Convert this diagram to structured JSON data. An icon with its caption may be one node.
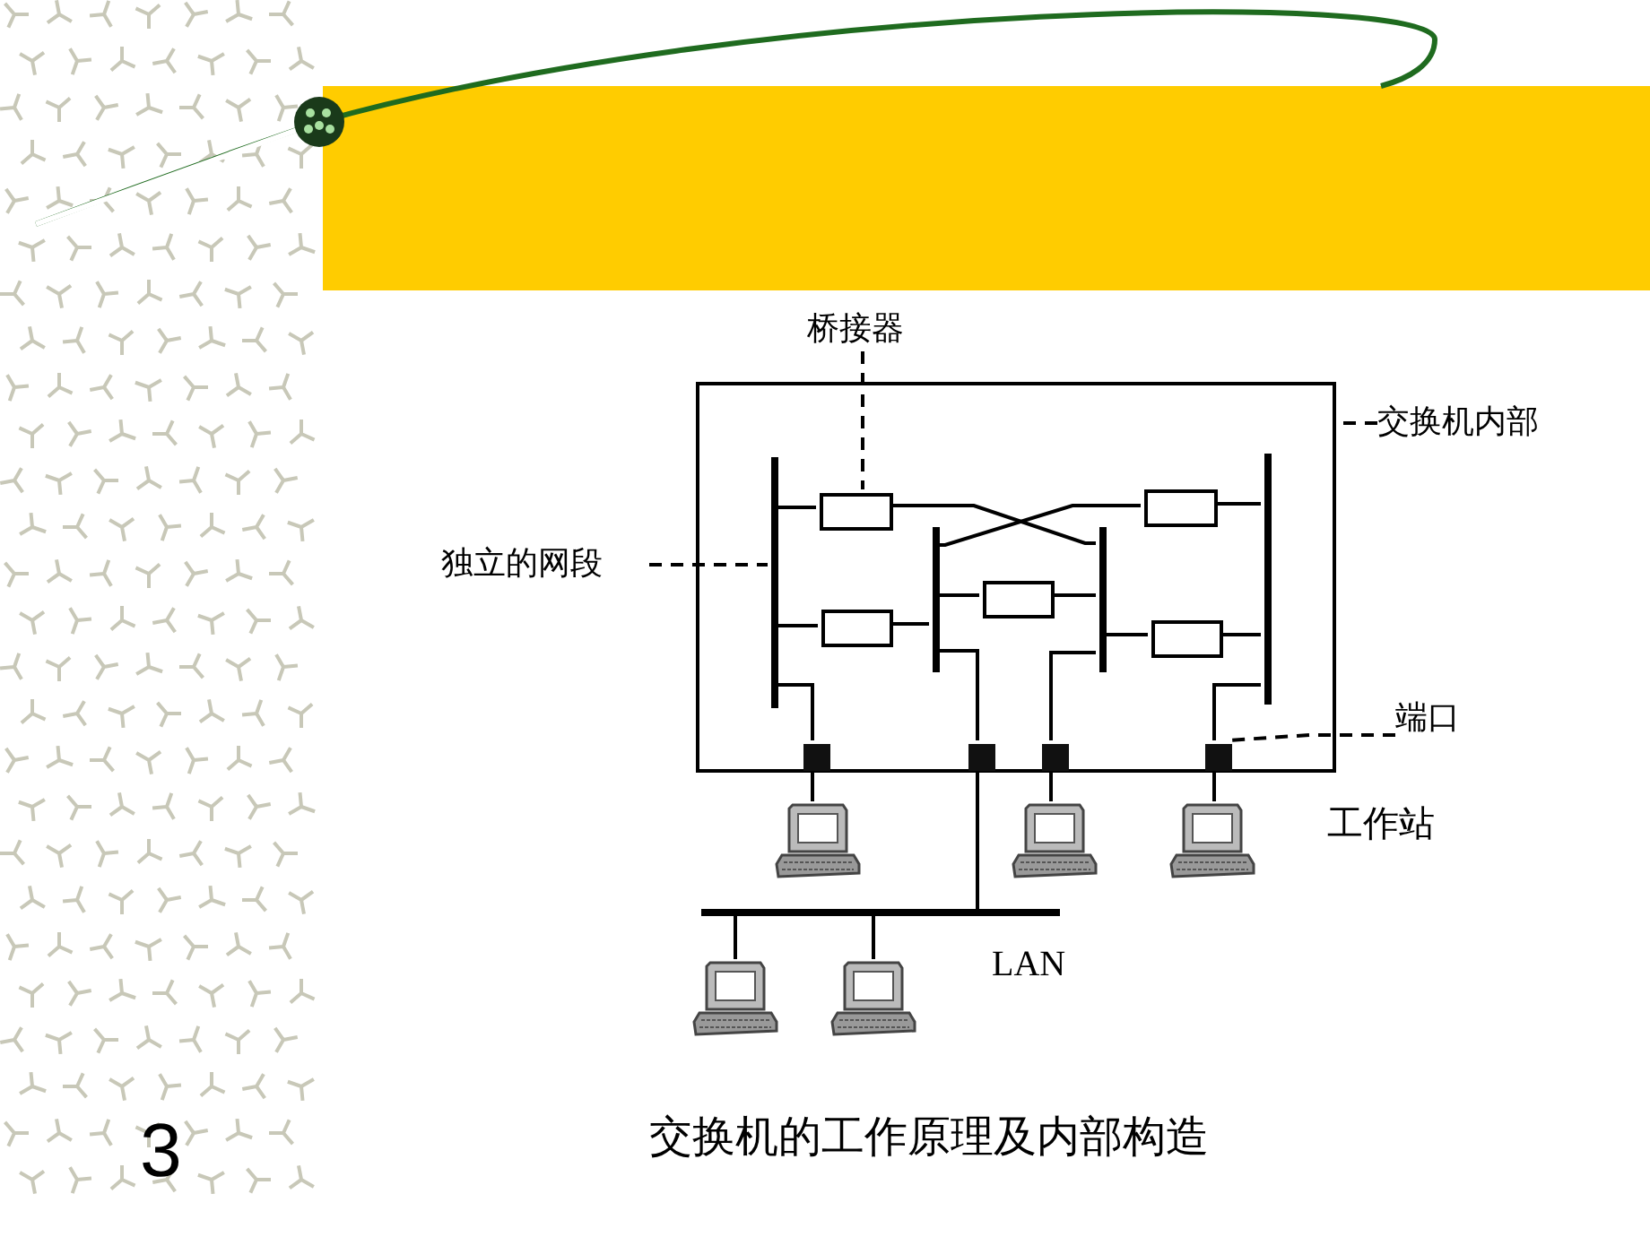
{
  "diagram": {
    "caption": "交换机的工作原理及内部构造",
    "nodes": [
      {
        "text": [],
        "shape": "box"
      },
      {
        "text": [],
        "shape": "bar",
        "in": 0
      },
      {
        "text": [],
        "shape": "bar",
        "in": 0
      },
      {
        "text": [],
        "shape": "bar",
        "in": 0
      },
      {
        "text": [],
        "shape": "bar",
        "in": 0
      },
      {
        "text": [],
        "shape": "box",
        "in": 0
      },
      {
        "text": [],
        "shape": "box",
        "in": 0
      },
      {
        "text": [],
        "shape": "box",
        "in": 0
      },
      {
        "text": [],
        "shape": "box",
        "in": 0
      },
      {
        "text": [],
        "shape": "box",
        "in": 0
      },
      {
        "text": [],
        "shape": "square",
        "in": 0
      },
      {
        "text": [],
        "shape": "square",
        "in": 0
      },
      {
        "text": [],
        "shape": "square",
        "in": 0
      },
      {
        "text": [],
        "shape": "square",
        "in": 0
      },
      {
        "text": [],
        "shape": "computer"
      },
      {
        "text": [],
        "shape": "computer"
      },
      {
        "text": [],
        "shape": "computer"
      },
      {
        "text": [],
        "shape": "bar"
      },
      {
        "text": [],
        "shape": "computer"
      },
      {
        "text": [],
        "shape": "computer"
      },
      {
        "text": [
          "桥接器"
        ]
      },
      {
        "text": [
          "交换机内部"
        ]
      },
      {
        "text": [
          "独立的网段"
        ]
      },
      {
        "text": [
          "端口"
        ]
      }
    ],
    "edges": [
      {
        "from": 1,
        "to": 5,
        "arrow": "none"
      },
      {
        "from": 1,
        "to": 8,
        "arrow": "none"
      },
      {
        "from": 1,
        "to": 10,
        "arrow": "none"
      },
      {
        "from": 5,
        "to": 3,
        "arrow": "none"
      },
      {
        "from": 6,
        "to": 2,
        "arrow": "none"
      },
      {
        "from": 6,
        "to": 4,
        "arrow": "none"
      },
      {
        "from": 8,
        "to": 2,
        "arrow": "none"
      },
      {
        "from": 2,
        "to": 7,
        "arrow": "none"
      },
      {
        "from": 7,
        "to": 3,
        "arrow": "none"
      },
      {
        "from": 3,
        "to": 9,
        "arrow": "none"
      },
      {
        "from": 9,
        "to": 4,
        "arrow": "none"
      },
      {
        "from": 2,
        "to": 11,
        "arrow": "none"
      },
      {
        "from": 3,
        "to": 12,
        "arrow": "none"
      },
      {
        "from": 4,
        "to": 13,
        "arrow": "none"
      },
      {
        "from": 10,
        "to": 14,
        "arrow": "none"
      },
      {
        "from": 12,
        "to": 15,
        "arrow": "none"
      },
      {
        "from": 13,
        "to": 16,
        "arrow": "none"
      },
      {
        "from": 11,
        "to": 17,
        "arrow": "none"
      },
      {
        "from": 17,
        "to": 18,
        "arrow": "none"
      },
      {
        "from": 17,
        "to": 19,
        "arrow": "none"
      },
      {
        "from": 20,
        "to": 5,
        "arrow": "none",
        "style": "dashed"
      },
      {
        "from": 21,
        "to": 0,
        "arrow": "none",
        "style": "dashed"
      },
      {
        "from": 22,
        "to": 1,
        "arrow": "none",
        "style": "dashed"
      },
      {
        "from": 23,
        "to": 13,
        "arrow": "none",
        "style": "dashed"
      }
    ],
    "labels": [
      "工作站",
      "LAN",
      "3"
    ]
  }
}
